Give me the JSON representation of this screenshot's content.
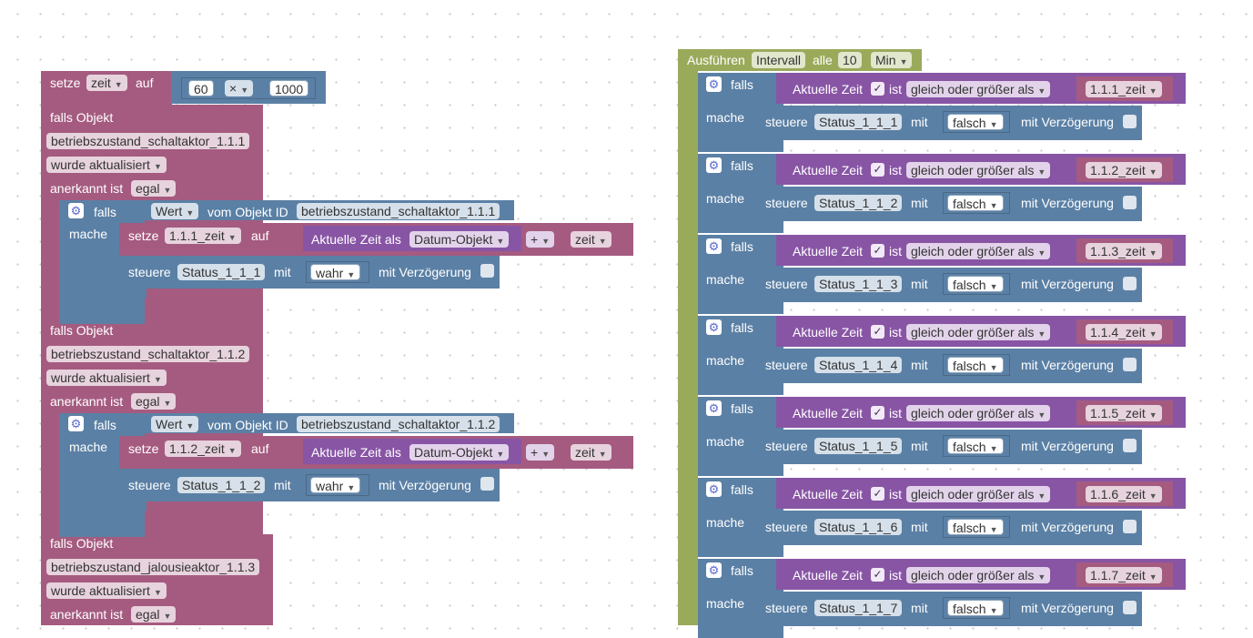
{
  "left": {
    "setze": {
      "label": "setze",
      "var": "zeit",
      "auf": "auf",
      "a": "60",
      "op": "×",
      "b": "1000"
    },
    "triggers": [
      {
        "falls_objekt": "falls Objekt",
        "object": "betriebszustand_schaltaktor_1.1.1",
        "event": "wurde aktualisiert",
        "ack_label": "anerkannt ist",
        "ack_value": "egal",
        "if_falls": "falls",
        "wert": "Wert",
        "vom_objekt": "vom Objekt ID",
        "if_object": "betriebszustand_schaltaktor_1.1.1",
        "mache": "mache",
        "set_label": "setze",
        "set_var": "1.1.1_zeit",
        "set_auf": "auf",
        "time_label": "Aktuelle Zeit als",
        "time_format": "Datum-Objekt",
        "plus": "+",
        "plus_var": "zeit",
        "steuere": "steuere",
        "status": "Status_1_1_1",
        "mit": "mit",
        "value": "wahr",
        "delay": "mit Verzögerung"
      },
      {
        "falls_objekt": "falls Objekt",
        "object": "betriebszustand_schaltaktor_1.1.2",
        "event": "wurde aktualisiert",
        "ack_label": "anerkannt ist",
        "ack_value": "egal",
        "if_falls": "falls",
        "wert": "Wert",
        "vom_objekt": "vom Objekt ID",
        "if_object": "betriebszustand_schaltaktor_1.1.2",
        "mache": "mache",
        "set_label": "setze",
        "set_var": "1.1.2_zeit",
        "set_auf": "auf",
        "time_label": "Aktuelle Zeit als",
        "time_format": "Datum-Objekt",
        "plus": "+",
        "plus_var": "zeit",
        "steuere": "steuere",
        "status": "Status_1_1_2",
        "mit": "mit",
        "value": "wahr",
        "delay": "mit Verzögerung"
      },
      {
        "falls_objekt": "falls Objekt",
        "object": "betriebszustand_jalousieaktor_1.1.3",
        "event": "wurde aktualisiert",
        "ack_label": "anerkannt ist",
        "ack_value": "egal"
      }
    ]
  },
  "right": {
    "header": {
      "label": "Ausführen",
      "mode": "Intervall",
      "alle": "alle",
      "value": "10",
      "unit": "Min"
    },
    "rows": [
      {
        "falls": "falls",
        "akt": "Aktuelle Zeit",
        "ist": "ist",
        "cmp": "gleich oder größer als",
        "var": "1.1.1_zeit",
        "mache": "mache",
        "steuere": "steuere",
        "status": "Status_1_1_1",
        "mit": "mit",
        "value": "falsch",
        "delay": "mit Verzögerung"
      },
      {
        "falls": "falls",
        "akt": "Aktuelle Zeit",
        "ist": "ist",
        "cmp": "gleich oder größer als",
        "var": "1.1.2_zeit",
        "mache": "mache",
        "steuere": "steuere",
        "status": "Status_1_1_2",
        "mit": "mit",
        "value": "falsch",
        "delay": "mit Verzögerung"
      },
      {
        "falls": "falls",
        "akt": "Aktuelle Zeit",
        "ist": "ist",
        "cmp": "gleich oder größer als",
        "var": "1.1.3_zeit",
        "mache": "mache",
        "steuere": "steuere",
        "status": "Status_1_1_3",
        "mit": "mit",
        "value": "falsch",
        "delay": "mit Verzögerung"
      },
      {
        "falls": "falls",
        "akt": "Aktuelle Zeit",
        "ist": "ist",
        "cmp": "gleich oder größer als",
        "var": "1.1.4_zeit",
        "mache": "mache",
        "steuere": "steuere",
        "status": "Status_1_1_4",
        "mit": "mit",
        "value": "falsch",
        "delay": "mit Verzögerung"
      },
      {
        "falls": "falls",
        "akt": "Aktuelle Zeit",
        "ist": "ist",
        "cmp": "gleich oder größer als",
        "var": "1.1.5_zeit",
        "mache": "mache",
        "steuere": "steuere",
        "status": "Status_1_1_5",
        "mit": "mit",
        "value": "falsch",
        "delay": "mit Verzögerung"
      },
      {
        "falls": "falls",
        "akt": "Aktuelle Zeit",
        "ist": "ist",
        "cmp": "gleich oder größer als",
        "var": "1.1.6_zeit",
        "mache": "mache",
        "steuere": "steuere",
        "status": "Status_1_1_6",
        "mit": "mit",
        "value": "falsch",
        "delay": "mit Verzögerung"
      },
      {
        "falls": "falls",
        "akt": "Aktuelle Zeit",
        "ist": "ist",
        "cmp": "gleich oder größer als",
        "var": "1.1.7_zeit",
        "mache": "mache",
        "steuere": "steuere",
        "status": "Status_1_1_7",
        "mit": "mit",
        "value": "falsch",
        "delay": "mit Verzögerung"
      }
    ]
  },
  "icons": {
    "gear": "gear-icon",
    "dropdown": "dropdown-arrow-icon",
    "check": "checkmark-icon"
  }
}
